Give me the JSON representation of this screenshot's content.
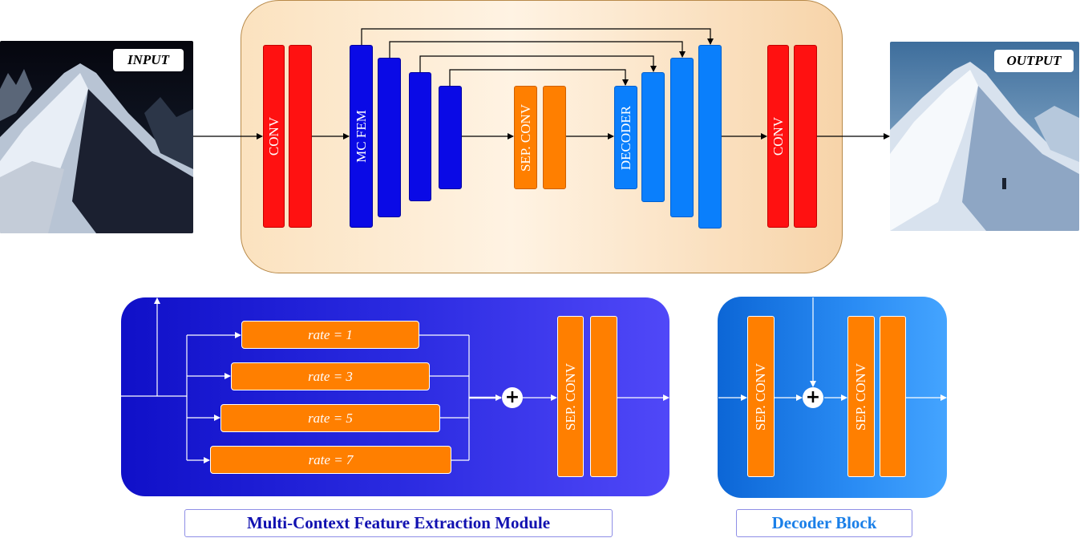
{
  "images": {
    "input_label": "INPUT",
    "output_label": "OUTPUT"
  },
  "main_network": {
    "conv_in_label": "CONV",
    "mcfem_label": "MC FEM",
    "sep_conv_label": "SEP. CONV",
    "decoder_label": "DECODER",
    "conv_out_label": "CONV"
  },
  "mcfem_module": {
    "rates": [
      "rate = 1",
      "rate = 3",
      "rate = 5",
      "rate = 7"
    ],
    "sep_conv_label": "SEP. CONV",
    "sum_symbol": "+",
    "caption": "Multi-Context Feature Extraction Module"
  },
  "decoder_block": {
    "sep_conv_1_label": "SEP. CONV",
    "sep_conv_2_label": "SEP. CONV",
    "sum_symbol": "+",
    "caption": "Decoder Block"
  },
  "colors": {
    "conv": "#ff1111",
    "encoder": "#0a0ae6",
    "decoder": "#0a7ffc",
    "sep_conv": "#ff7f00",
    "caption_mcfem": "#1010b0",
    "caption_decoder": "#1a7fe8"
  }
}
